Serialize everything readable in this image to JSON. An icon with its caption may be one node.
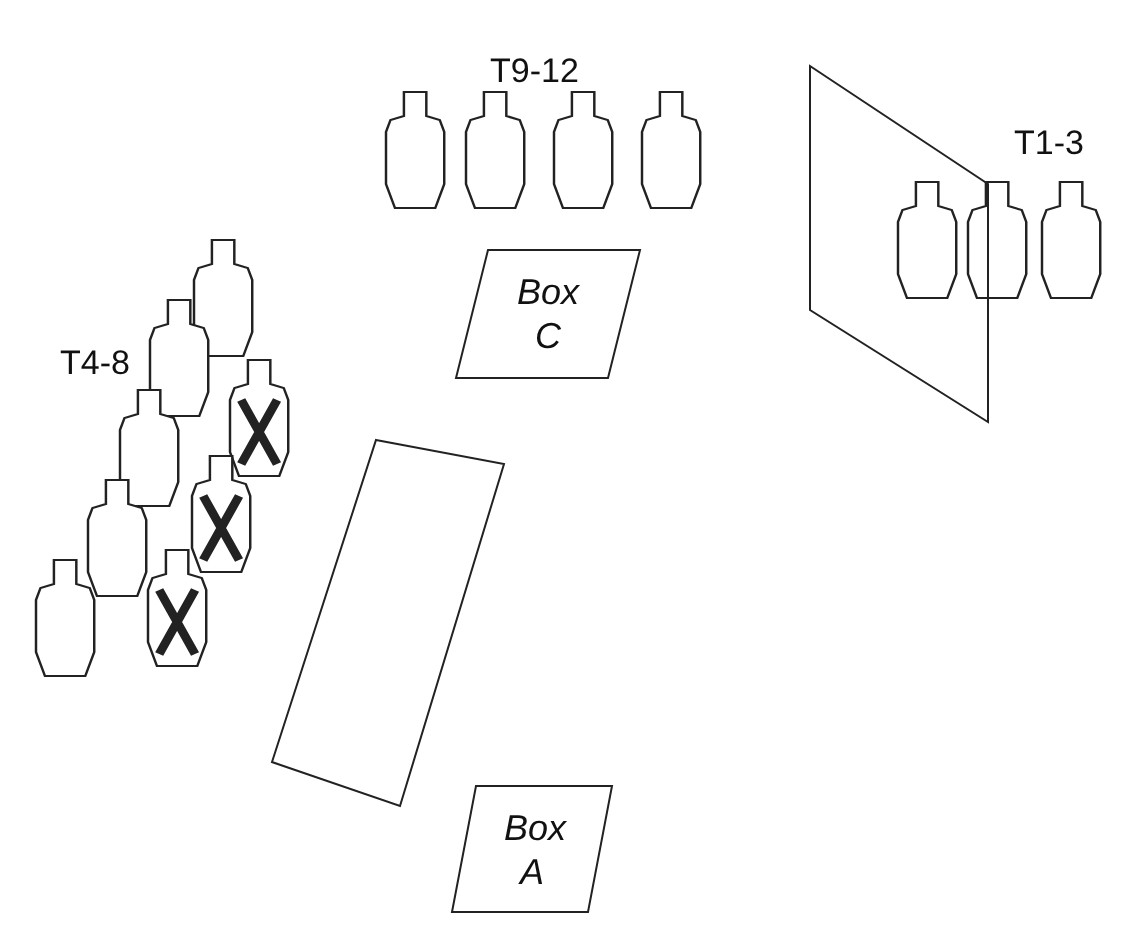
{
  "diagram": {
    "nodes": [
      {
        "text": [
          "Box C"
        ]
      },
      {
        "text": [],
        "shape": "box"
      },
      {
        "text": [
          "Box A"
        ]
      }
    ],
    "labels": [
      "T9-12",
      "T1-3",
      "T4-8"
    ]
  }
}
